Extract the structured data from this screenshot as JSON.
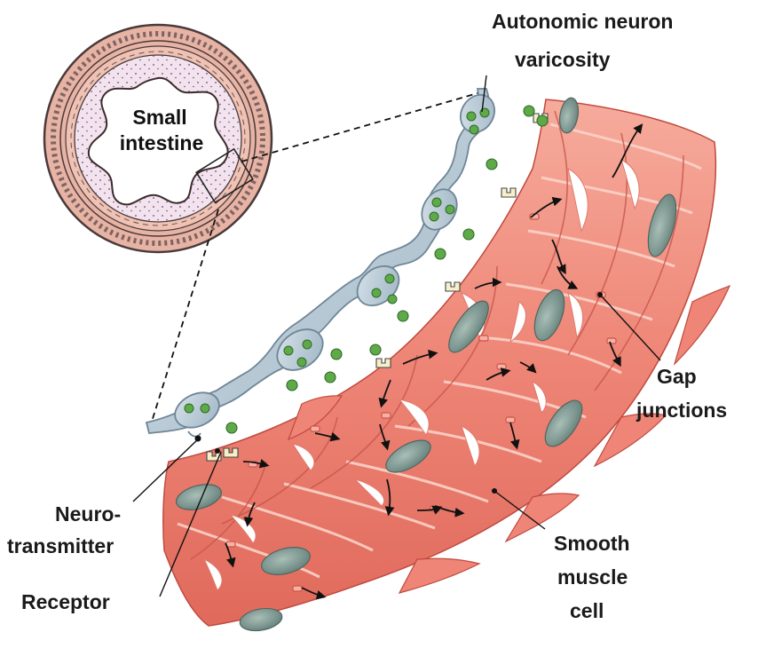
{
  "diagram": {
    "intestine_label_line1": "Small",
    "intestine_label_line2": "intestine",
    "labels": {
      "varicosity_line1": "Autonomic neuron",
      "varicosity_line2": "varicosity",
      "gap_line1": "Gap",
      "gap_line2": "junctions",
      "neuro_line1": "Neuro-",
      "neuro_line2": "transmitter",
      "receptor": "Receptor",
      "smooth_line1": "Smooth",
      "smooth_line2": "muscle",
      "smooth_line3": "cell"
    },
    "colors": {
      "muscle": "#ee8576",
      "muscle_light": "#f8c4b8",
      "muscle_dark": "#d4554a",
      "nucleus": "#7f9a93",
      "neuron": "#b9cbd6",
      "neuron_outline": "#7d93a3",
      "vesicle": "#5faa48",
      "lumen": "#f1e2ef",
      "wall": "#e9b3a3"
    },
    "icons": [
      "intestine-cross-section-icon",
      "neuron-varicosity-icon",
      "smooth-muscle-sheet-icon"
    ]
  }
}
